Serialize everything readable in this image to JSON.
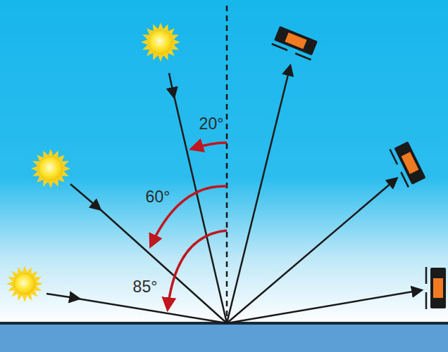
{
  "diagram": {
    "labels": [
      "20°",
      "60°",
      "85°"
    ]
  }
}
